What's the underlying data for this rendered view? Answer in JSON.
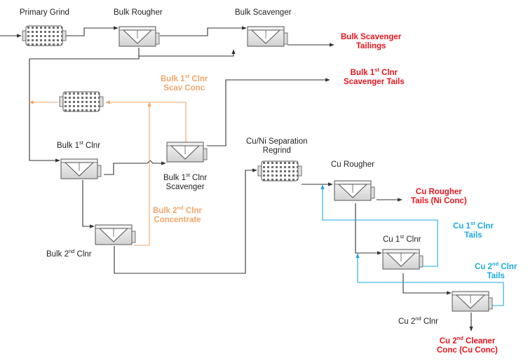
{
  "colors": {
    "main_flow": "#333333",
    "bulk_scav_recycle": "#f2a66b",
    "cu_recycle": "#1aa9e0",
    "tailings_text": "#e8141c",
    "bulk_cleaner_text": "#f2a66b",
    "cu_cleaner_text": "#1aa9e0"
  },
  "equipment": {
    "primary_grind": "Primary Grind",
    "bulk_rougher": "Bulk Rougher",
    "bulk_scavenger": "Bulk Scavenger",
    "bulk_1st_clnr": {
      "pre": "Bulk 1",
      "sup": "st",
      "post": " Clnr"
    },
    "bulk_1st_clnr_scavenger": {
      "line1": "Bulk 1",
      "sup": "st",
      "line1_post": " Clnr",
      "line2": "Scavenger"
    },
    "bulk_2nd_clnr": {
      "pre": "Bulk 2",
      "sup": "nd",
      "post": " Clnr"
    },
    "cu_ni_regrind": {
      "line1": "Cu/Ni Separation",
      "line2": "Regrind"
    },
    "cu_rougher": "Cu Rougher",
    "cu_1st_clnr": {
      "pre": "Cu 1",
      "sup": "st",
      "post": " Clnr"
    },
    "cu_2nd_clnr": {
      "pre": "Cu 2",
      "sup": "nd",
      "post": " Clnr"
    }
  },
  "streams": {
    "bulk_scav_tailings": {
      "line1": "Bulk Scavenger",
      "line2": "Tailings"
    },
    "bulk_1st_clnr_scav_tails": {
      "line1_pre": "Bulk 1",
      "line1_sup": "st",
      "line1_post": " Clnr",
      "line2": "Scavenger Tails"
    },
    "bulk_1st_clnr_scav_conc": {
      "line1_pre": "Bulk 1",
      "line1_sup": "st",
      "line1_post": " Clnr",
      "line2": "Scav Conc"
    },
    "bulk_2nd_clnr_conc": {
      "line1_pre": "Bulk 2",
      "line1_sup": "nd",
      "line1_post": " Clnr",
      "line2": "Concentrate"
    },
    "cu_rougher_tails": {
      "line1": "Cu Rougher",
      "line2": "Tails (Ni Conc)"
    },
    "cu_1st_clnr_tails": {
      "line1_pre": "Cu 1",
      "line1_sup": "st",
      "line1_post": " Clnr",
      "line2": "Tails"
    },
    "cu_2nd_clnr_tails": {
      "line1_pre": "Cu 2",
      "line1_sup": "nd",
      "line1_post": " Clnr",
      "line2": "Tails"
    },
    "cu_2nd_cleaner_conc": {
      "line1_pre": "Cu 2",
      "line1_sup": "nd",
      "line1_post": " Cleaner",
      "line2": "Conc (Cu Conc)"
    }
  }
}
